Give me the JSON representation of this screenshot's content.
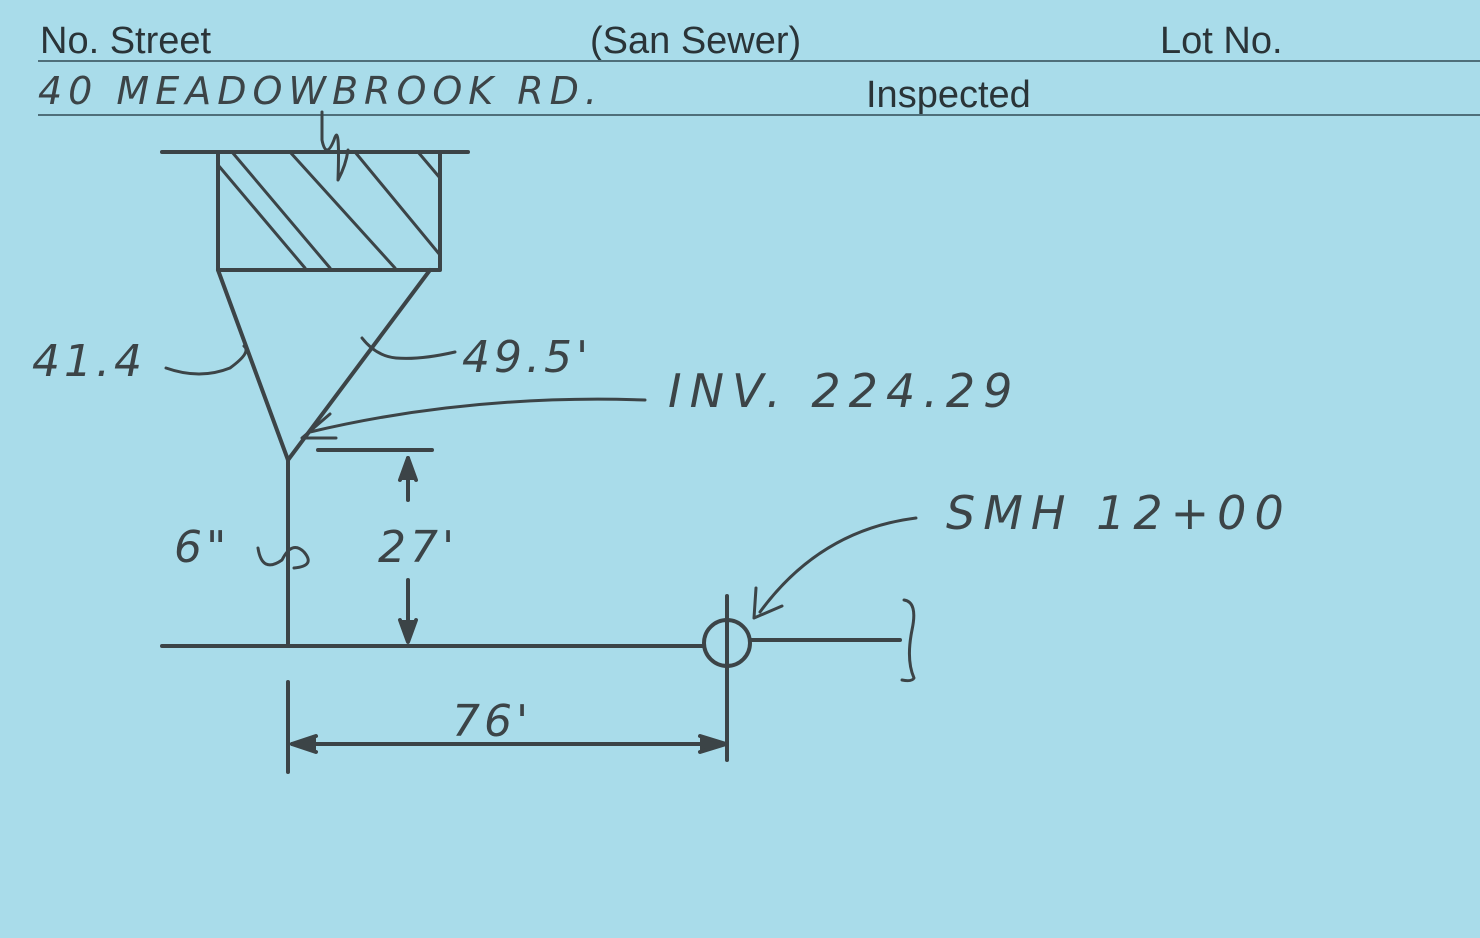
{
  "card": {
    "background_color": "#a9dcea",
    "ink_color": "#3c4447",
    "header": {
      "street_label": "No. Street",
      "type_label": "(San Sewer)",
      "lot_label": "Lot No.",
      "inspected_label": "Inspected"
    },
    "entry": {
      "address": "40 MEADOWBROOK RD."
    },
    "sketch": {
      "left_side_length": "41.4",
      "right_side_length": "49.5'",
      "invert_elevation": "INV. 224.29",
      "pipe_size": "6\"",
      "vertical_offset": "27'",
      "horizontal_distance": "76'",
      "manhole_station": "SMH 12+00"
    }
  }
}
